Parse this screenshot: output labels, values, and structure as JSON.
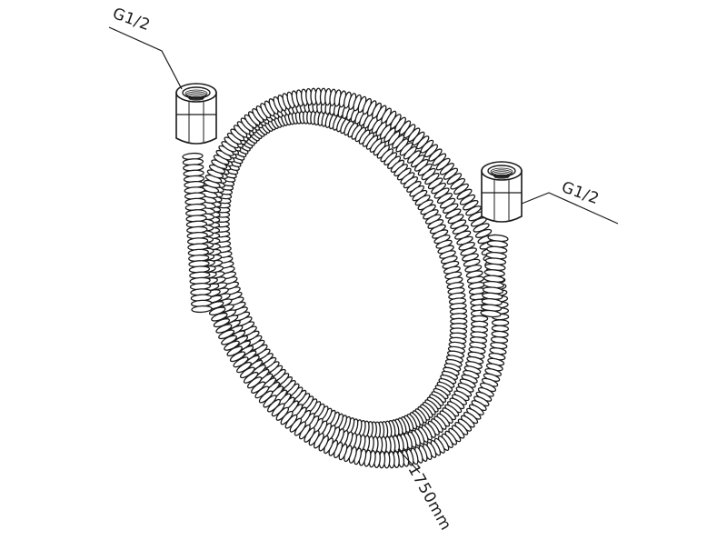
{
  "labels": {
    "top_left_thread": "G1/2",
    "right_thread": "G1/2",
    "length": "1750mm"
  },
  "colors": {
    "line": "#1a1a1a",
    "background": "#ffffff"
  },
  "icons": {
    "hose": "coiled-shower-hose-icon",
    "nut": "threaded-nut-icon"
  }
}
